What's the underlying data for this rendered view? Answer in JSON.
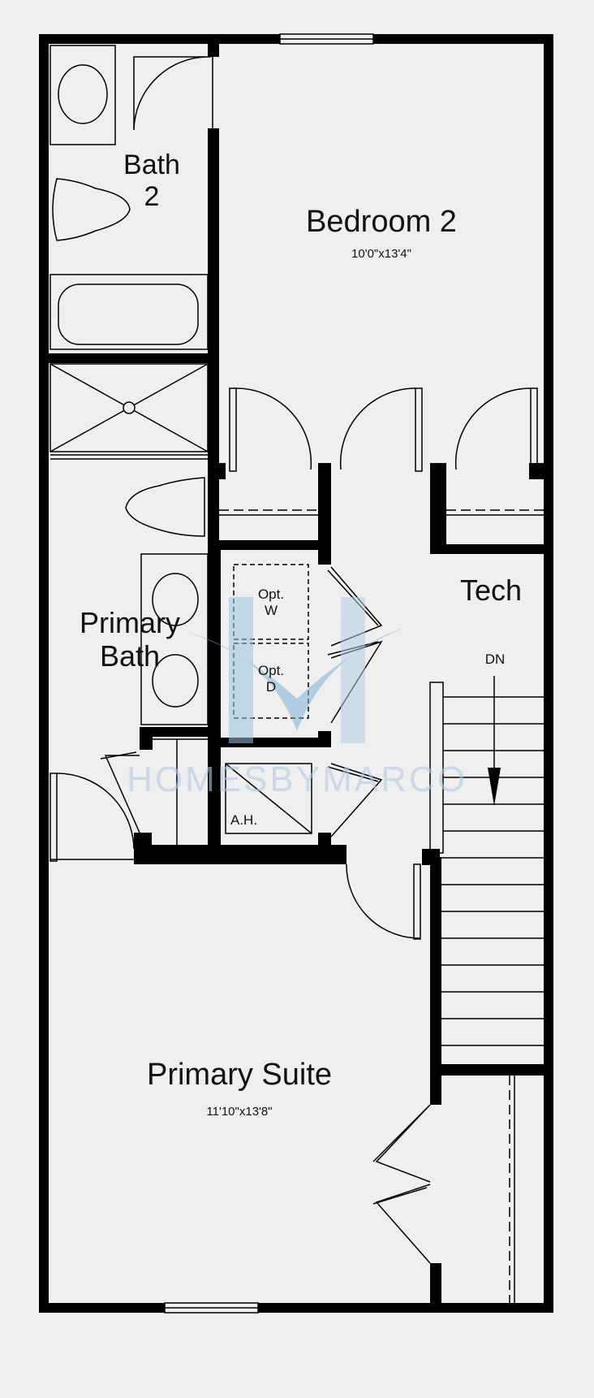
{
  "rooms": {
    "bath2": {
      "name": "Bath",
      "num": "2"
    },
    "bedroom2": {
      "name": "Bedroom 2",
      "dims": "10'0\"x13'4\""
    },
    "tech": {
      "name": "Tech"
    },
    "primary_bath": {
      "line1": "Primary",
      "line2": "Bath"
    },
    "primary_suite": {
      "name": "Primary Suite",
      "dims": "11'10\"x13'8\""
    }
  },
  "labels": {
    "opt_w": {
      "line1": "Opt.",
      "line2": "W"
    },
    "opt_d": {
      "line1": "Opt.",
      "line2": "D"
    },
    "air_handler": "A.H.",
    "stairs_down": "DN"
  },
  "watermark": {
    "text": "HOMESBYMARCO"
  },
  "colors": {
    "wall": "#000000",
    "background": "#efefef",
    "watermark": "#9ec4e0"
  }
}
